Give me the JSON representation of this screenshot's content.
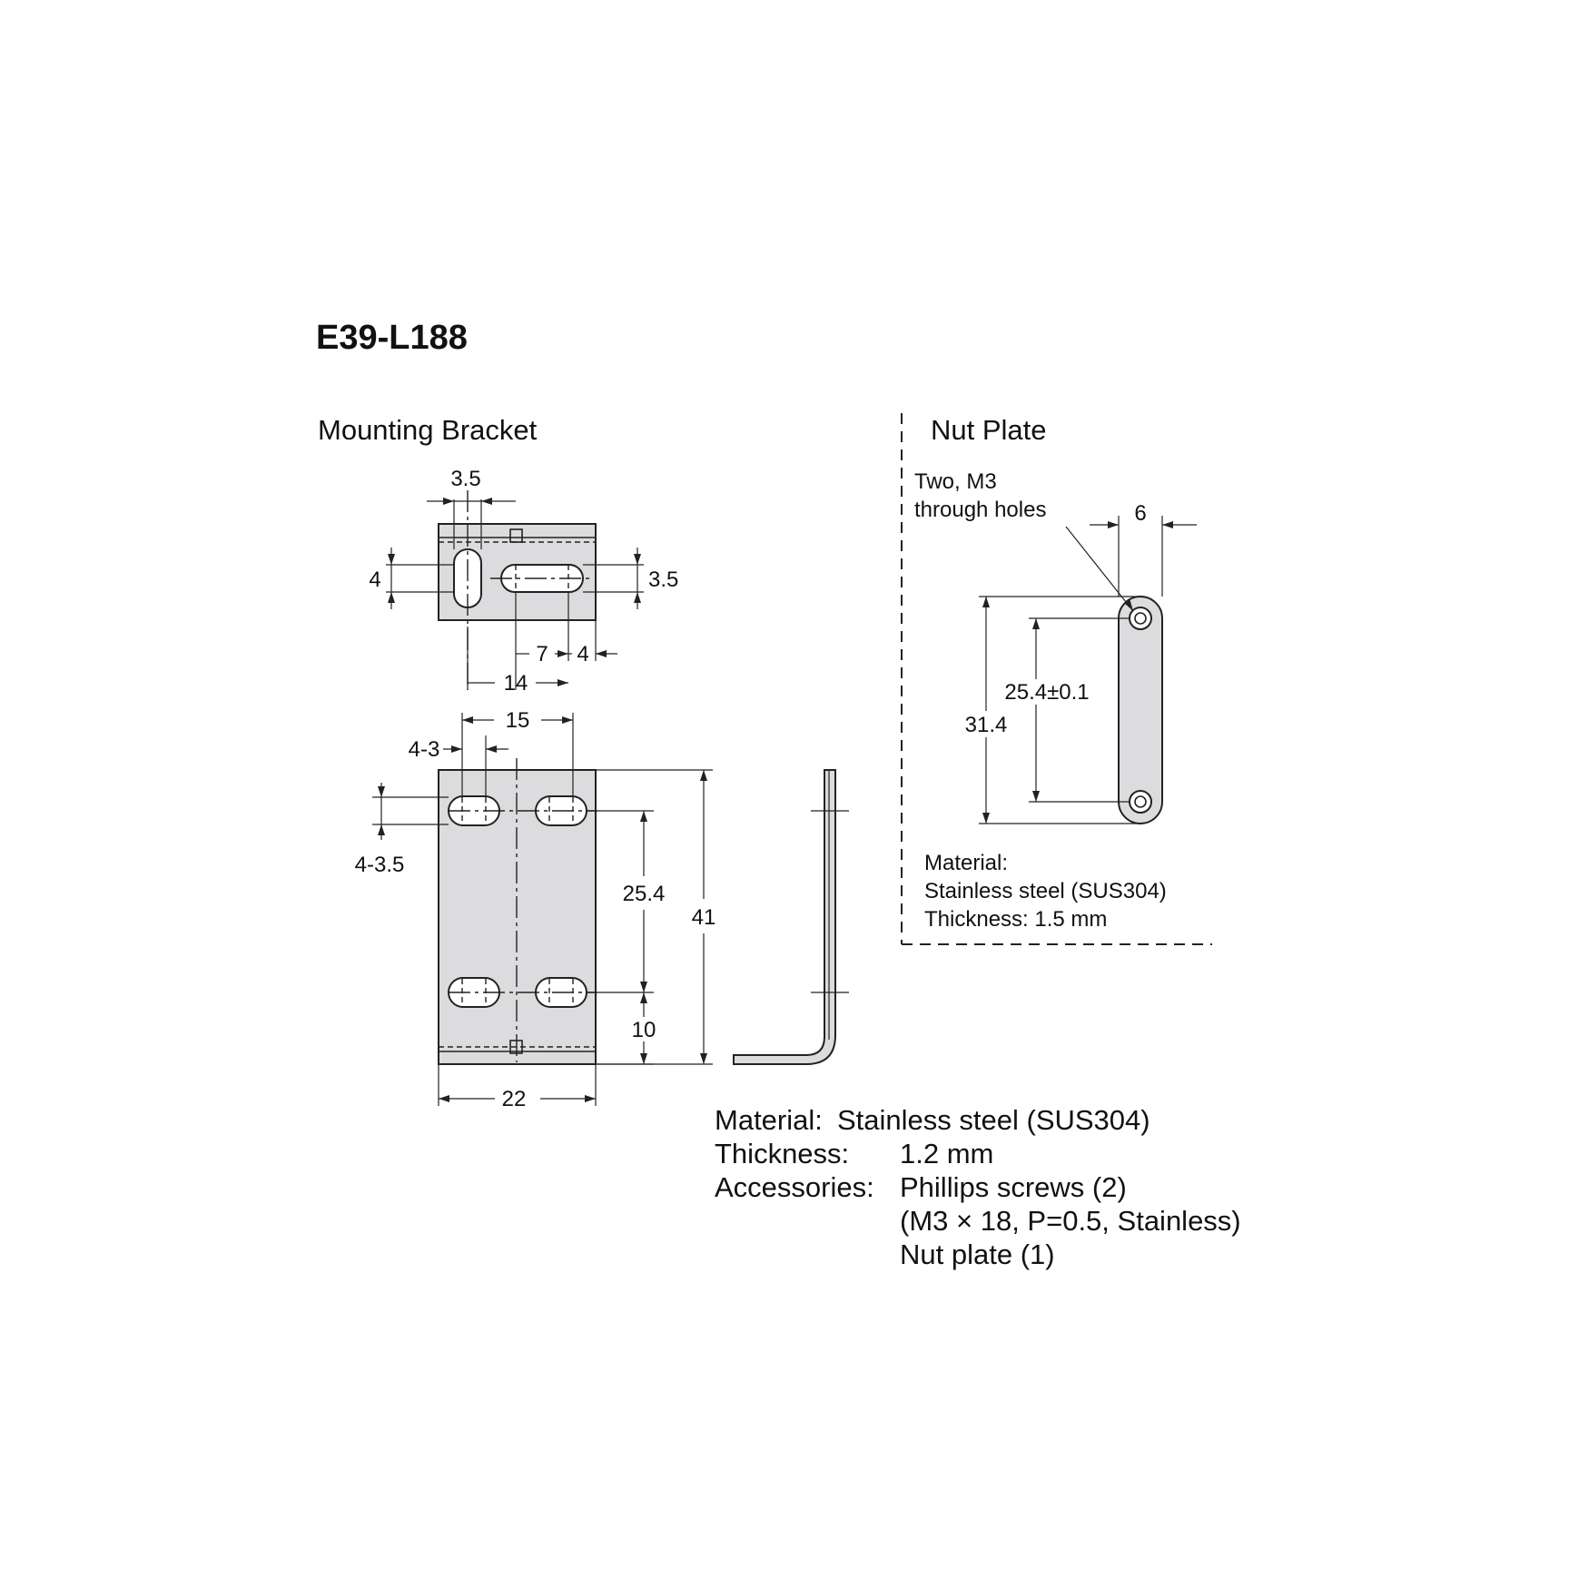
{
  "title": "E39-L188",
  "mounting_bracket": {
    "heading": "Mounting Bracket",
    "dims": {
      "slot_width_top": "3.5",
      "slot_height_left": "4",
      "slot_height_right": "3.5",
      "slot_spacing": "7",
      "edge_offset": "4",
      "hole_pitch_top": "14",
      "hole_pitch_front": "15",
      "slot_len": "4-3",
      "slot_w": "4-3.5",
      "vertical_pitch": "25.4",
      "height": "41",
      "bottom_offset": "10",
      "width": "22"
    }
  },
  "nut_plate": {
    "heading": "Nut Plate",
    "holes_note_line1": "Two, M3",
    "holes_note_line2": "through holes",
    "width": "6",
    "pitch": "25.4±0.1",
    "length": "31.4",
    "material_label": "Material:",
    "material": "Stainless steel (SUS304)",
    "thickness": "Thickness: 1.5 mm"
  },
  "specs": {
    "material_label": "Material:",
    "material_value": "Stainless steel (SUS304)",
    "thickness_label": "Thickness:",
    "thickness_value": "1.2 mm",
    "accessories_label": "Accessories:",
    "accessories_line1": "Phillips screws (2)",
    "accessories_line2": "(M3 × 18, P=0.5, Stainless)",
    "accessories_line3": "Nut plate (1)"
  }
}
